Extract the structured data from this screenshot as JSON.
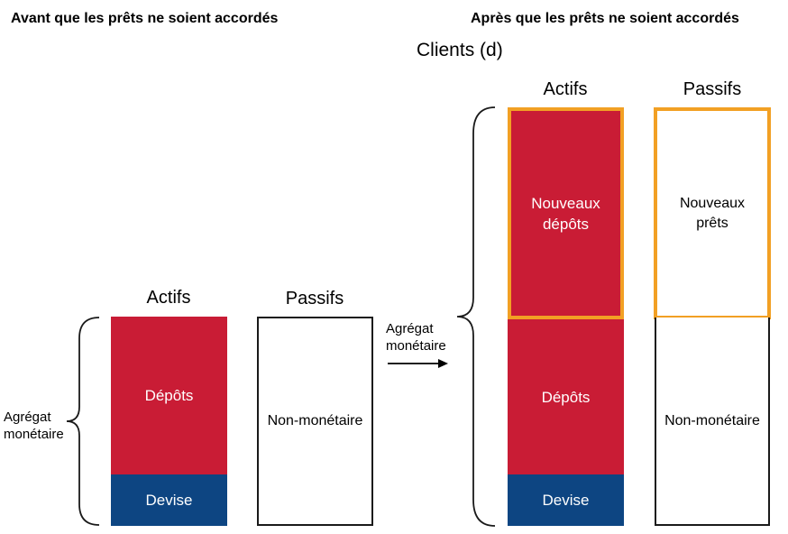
{
  "headings": {
    "before": "Avant que les prêts ne soient accordés",
    "after": "Après que les prêts ne soient accordés",
    "clients": "Clients (d)"
  },
  "before": {
    "assets_label": "Actifs",
    "liabilities_label": "Passifs",
    "deposits": "Dépôts",
    "currency": "Devise",
    "non_monetary": "Non-monétaire",
    "aggregate_line1": "Agrégat",
    "aggregate_line2": "monétaire"
  },
  "transition": {
    "label_line1": "Agrégat",
    "label_line2": "monétaire"
  },
  "after": {
    "assets_label": "Actifs",
    "liabilities_label": "Passifs",
    "new_deposits_line1": "Nouveaux",
    "new_deposits_line2": "dépôts",
    "new_loans_line1": "Nouveaux",
    "new_loans_line2": "prêts",
    "deposits": "Dépôts",
    "currency": "Devise",
    "non_monetary": "Non-monétaire"
  },
  "colors": {
    "deposits": "#c91c35",
    "currency": "#0d4582",
    "highlight": "#f2a024",
    "outline": "#1a1a1a"
  }
}
